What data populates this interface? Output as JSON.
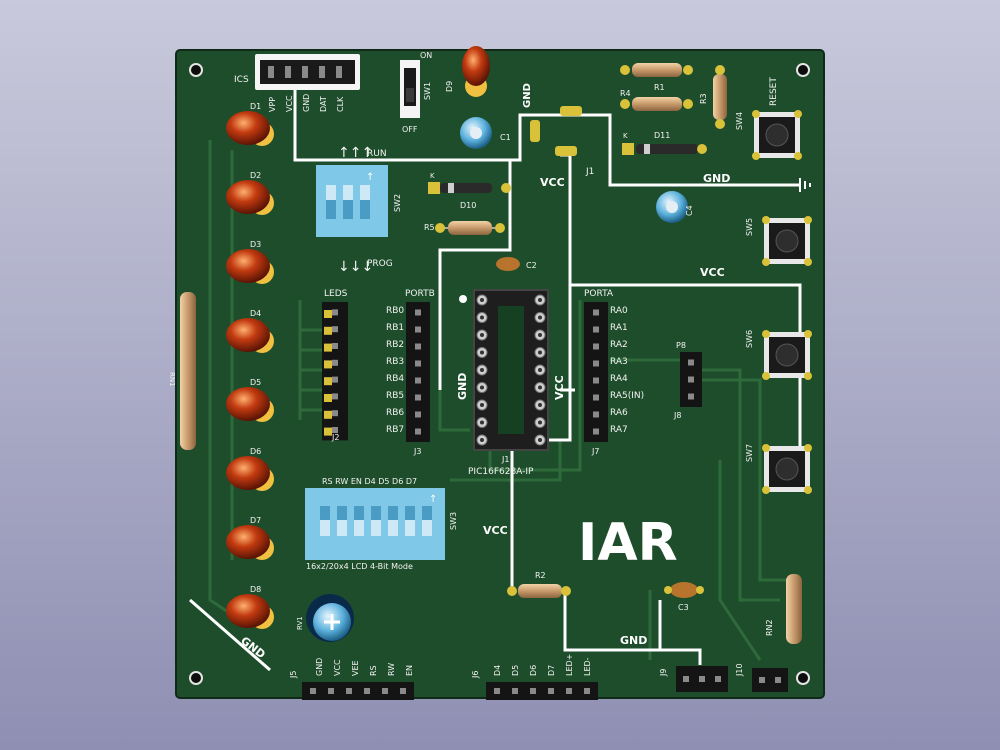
{
  "board": {
    "logo": "IAR",
    "colors": {
      "background": "#a9aac6",
      "pcb": "#1e4d2b",
      "trace": "#ffffff",
      "pad": "#d9c23a",
      "led": "#b8300f",
      "dip_switch": "#7fc8e8",
      "header": "#141414"
    }
  },
  "icsp": {
    "ref": "ICS",
    "pins": [
      "VPP",
      "VCC",
      "GND",
      "DAT",
      "CLK"
    ]
  },
  "power": {
    "switch_ref": "SW1",
    "on": "ON",
    "off": "OFF",
    "led_ref": "D9",
    "cap_ref": "C1",
    "jumper_ref": "J1",
    "gnd": "GND",
    "vcc": "VCC"
  },
  "run_prog": {
    "run": "RUN",
    "prog": "PROG",
    "switch_ref": "SW2"
  },
  "diodes": {
    "d10": "D10",
    "d11": "D11",
    "k": "K"
  },
  "resistors": {
    "r1": "R1",
    "r3": "R3",
    "r4": "R4",
    "r5": "R5",
    "r2": "R2"
  },
  "caps": {
    "c2": "C2",
    "c3": "C3",
    "c4": "C4"
  },
  "buttons": {
    "reset": "RESET",
    "sw4": "SW4",
    "sw5": "SW5",
    "sw6": "SW6",
    "sw7": "SW7"
  },
  "leds": [
    "D1",
    "D2",
    "D3",
    "D4",
    "D5",
    "D6",
    "D7",
    "D8"
  ],
  "rn1": "RN1",
  "rn2": "RN2",
  "rv1": "RV1",
  "headers": {
    "leds": {
      "title": "LEDS",
      "ref": "J2"
    },
    "portb": {
      "title": "PORTB",
      "ref": "J3",
      "pins": [
        "RB0",
        "RB1",
        "RB2",
        "RB3",
        "RB4",
        "RB5",
        "RB6",
        "RB7"
      ]
    },
    "porta": {
      "title": "PORTA",
      "ref": "J7",
      "pins": [
        "RA0",
        "RA1",
        "RA2",
        "RA3",
        "RA4",
        "RA5(IN)",
        "RA6",
        "RA7"
      ]
    },
    "p8": {
      "title": "P8",
      "ref": "J8"
    },
    "j5": {
      "ref": "J5",
      "pins": [
        "GND",
        "VCC",
        "VEE",
        "RS",
        "RW",
        "EN"
      ]
    },
    "j6": {
      "ref": "J6",
      "pins": [
        "D4",
        "D5",
        "D6",
        "D7",
        "LED+",
        "LED-"
      ]
    },
    "j9": "J9",
    "j10": "J10"
  },
  "mcu": {
    "ref": "J1",
    "part": "PIC16F628A-IP",
    "gnd": "GND",
    "vcc": "VCC"
  },
  "lcd_switch": {
    "ref": "SW3",
    "labels": "RS RW EN D4 D5 D6 D7",
    "mode": "16x2/20x4 LCD 4-Bit Mode"
  },
  "net_labels": {
    "gnd_top": "GND",
    "gnd_right": "GND",
    "vcc_right": "VCC",
    "vcc_mid": "VCC",
    "vcc_low": "VCC",
    "gnd_bottom": "GND",
    "gnd_left": "GND"
  }
}
